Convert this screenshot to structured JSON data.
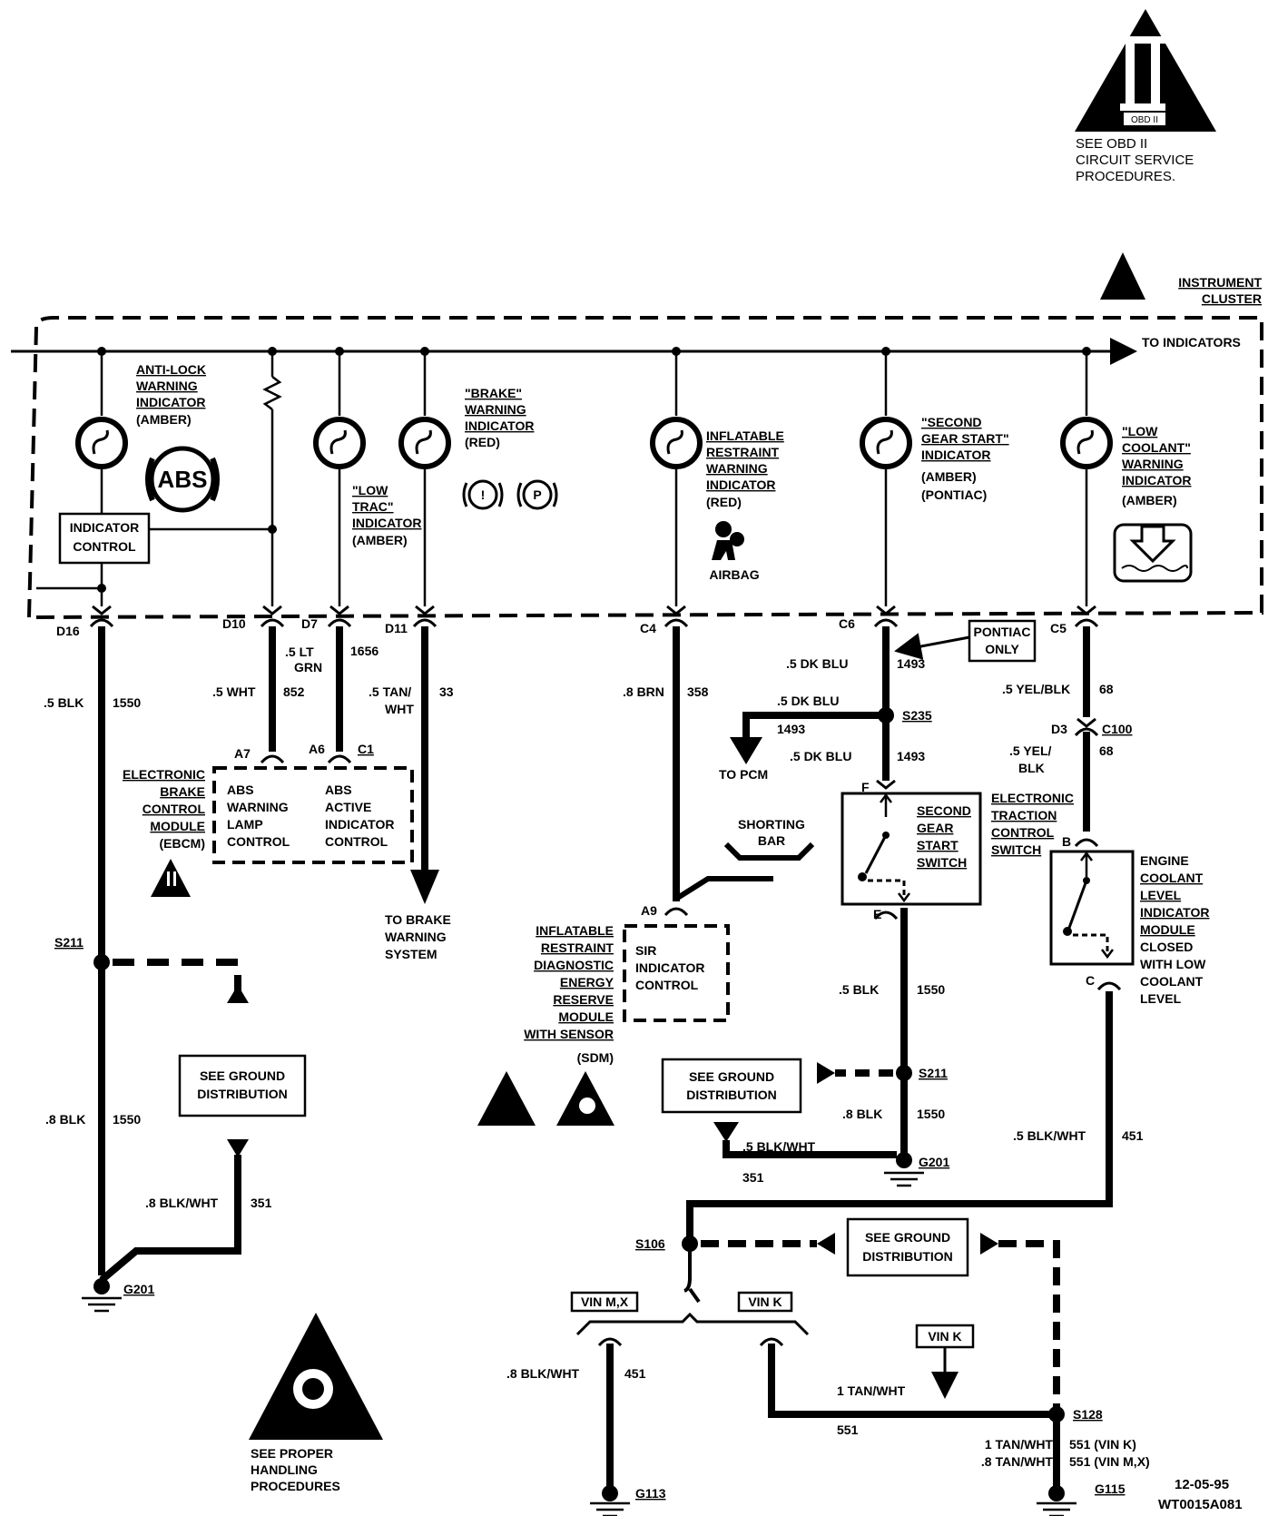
{
  "obd_note": {
    "glyph": "II",
    "badge": "OBD II",
    "lines": [
      "SEE OBD II",
      "CIRCUIT SERVICE",
      "PROCEDURES."
    ]
  },
  "cluster": {
    "title1": "INSTRUMENT",
    "title2": "CLUSTER",
    "to_indicators": "TO INDICATORS"
  },
  "indicators": [
    {
      "lines": [
        "ANTI-LOCK",
        "WARNING",
        "INDICATOR",
        "(AMBER)"
      ],
      "symbol": "ABS"
    },
    {
      "lines": [
        "\"LOW",
        "TRAC\"",
        "INDICATOR",
        "(AMBER)"
      ]
    },
    {
      "lines": [
        "\"BRAKE\"",
        "WARNING",
        "INDICATOR",
        "(RED)"
      ],
      "symbols": [
        "!",
        "P"
      ]
    },
    {
      "lines": [
        "INFLATABLE",
        "RESTRAINT",
        "WARNING",
        "INDICATOR",
        "(RED)"
      ],
      "symbol": "AIRBAG"
    },
    {
      "lines": [
        "\"SECOND",
        "GEAR START\"",
        "INDICATOR",
        "(AMBER)",
        "(PONTIAC)"
      ]
    },
    {
      "lines": [
        "\"LOW",
        "COOLANT\"",
        "WARNING",
        "INDICATOR",
        "(AMBER)"
      ]
    }
  ],
  "indicator_control": [
    "INDICATOR",
    "CONTROL"
  ],
  "pins": {
    "d16": "D16",
    "d10": "D10",
    "d7": "D7",
    "d11": "D11",
    "c4": "C4",
    "c6": "C6",
    "c5": "C5",
    "a7": "A7",
    "a6": "A6",
    "c1": "C1",
    "a9": "A9",
    "f": "F",
    "e": "E",
    "b": "B",
    "c": "C",
    "d3": "D3"
  },
  "wires": {
    "w1550a": [
      ".5 BLK",
      "1550"
    ],
    "w852": [
      ".5 WHT",
      "852"
    ],
    "w1656": [
      ".5 LT",
      "GRN",
      "1656"
    ],
    "w33": [
      ".5 TAN/",
      "WHT",
      "33"
    ],
    "w358": [
      ".8 BRN",
      "358"
    ],
    "w1493a": [
      ".5 DK BLU",
      "1493"
    ],
    "w1493b": [
      ".5 DK BLU",
      "1493"
    ],
    "w1493c": [
      ".5 DK BLU",
      "1493"
    ],
    "w68a": [
      ".5 YEL/BLK",
      "68"
    ],
    "w68b": [
      ".5 YEL/",
      "BLK",
      "68"
    ],
    "w1550b": [
      ".5 BLK",
      "1550"
    ],
    "w1550c": [
      ".8 BLK",
      "1550"
    ],
    "w1550d": [
      ".8 BLK",
      "1550"
    ],
    "w351a": [
      ".8 BLK/WHT",
      "351"
    ],
    "w351b": [
      ".5 BLK/WHT",
      "351"
    ],
    "w451a": [
      ".5 BLK/WHT",
      "451"
    ],
    "w451b": [
      ".8 BLK/WHT",
      "451"
    ],
    "w551a": [
      "1 TAN/WHT",
      "551"
    ],
    "w551b": [
      "1 TAN/WHT",
      "551 (VIN K)"
    ],
    "w551c": [
      ".8 TAN/WHT",
      "551 (VIN M,X)"
    ]
  },
  "ebcm": {
    "name": [
      "ELECTRONIC",
      "BRAKE",
      "CONTROL",
      "MODULE",
      "(EBCM)"
    ],
    "left": [
      "ABS",
      "WARNING",
      "LAMP",
      "CONTROL"
    ],
    "right": [
      "ABS",
      "ACTIVE",
      "INDICATOR",
      "CONTROL"
    ]
  },
  "to_brake": [
    "TO BRAKE",
    "WARNING",
    "SYSTEM"
  ],
  "to_pcm": "TO PCM",
  "pontiac_only": [
    "PONTIAC",
    "ONLY"
  ],
  "splices": {
    "s211a": "S211",
    "s235": "S235",
    "s211b": "S211",
    "s106": "S106",
    "s128": "S128",
    "c100": "C100"
  },
  "grounds": {
    "g201a": "G201",
    "g201b": "G201",
    "g113": "G113",
    "g115": "G115"
  },
  "shorting_bar": [
    "SHORTING",
    "BAR"
  ],
  "sdm": {
    "name": [
      "INFLATABLE",
      "RESTRAINT",
      "DIAGNOSTIC",
      "ENERGY",
      "RESERVE",
      "MODULE",
      "WITH SENSOR",
      "(SDM)"
    ],
    "box": [
      "SIR",
      "INDICATOR",
      "CONTROL"
    ]
  },
  "airbag_label": "AIRBAG",
  "second_gear": {
    "box": [
      "SECOND",
      "GEAR",
      "START",
      "SWITCH"
    ],
    "name": [
      "ELECTRONIC",
      "TRACTION",
      "CONTROL",
      "SWITCH"
    ]
  },
  "coolant_module": [
    "ENGINE",
    "COOLANT",
    "LEVEL",
    "INDICATOR",
    "MODULE",
    "CLOSED",
    "WITH LOW",
    "COOLANT",
    "LEVEL"
  ],
  "ground_dist": [
    "SEE GROUND",
    "DISTRIBUTION"
  ],
  "vin": {
    "mx": "VIN M,X",
    "k1": "VIN K",
    "k2": "VIN K"
  },
  "handling": [
    "SEE PROPER",
    "HANDLING",
    "PROCEDURES"
  ],
  "footer": {
    "date": "12-05-95",
    "code": "WT0015A081"
  }
}
